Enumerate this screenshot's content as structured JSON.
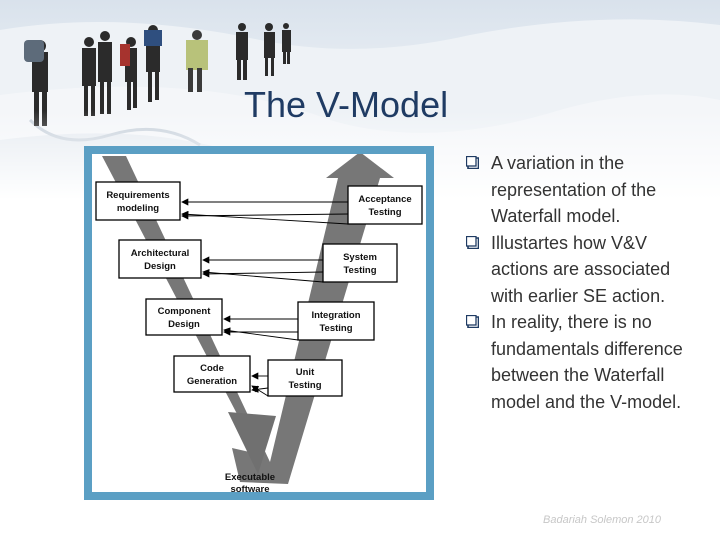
{
  "slide": {
    "title": "The V-Model",
    "footer": "Badariah Solemon 2010",
    "accent_color": "#1f3b63",
    "frame_color": "#5b9fc4",
    "bullet_icon": "checkbox-square-icon"
  },
  "bullets": [
    "A variation in the representation of the Waterfall model.",
    "Illustartes how V&V actions are associated with earlier SE action.",
    "In reality, there is no fundamentals difference between the Waterfall model and the V-model."
  ],
  "diagram": {
    "left_boxes": [
      [
        "Requirements",
        "modeling"
      ],
      [
        "Architectural",
        "Design"
      ],
      [
        "Component",
        "Design"
      ],
      [
        "Code",
        "Generation"
      ]
    ],
    "right_boxes": [
      [
        "Acceptance",
        "Testing"
      ],
      [
        "System",
        "Testing"
      ],
      [
        "Integration",
        "Testing"
      ],
      [
        "Unit",
        "Testing"
      ]
    ],
    "bottom_label": [
      "Executable",
      "software"
    ]
  }
}
